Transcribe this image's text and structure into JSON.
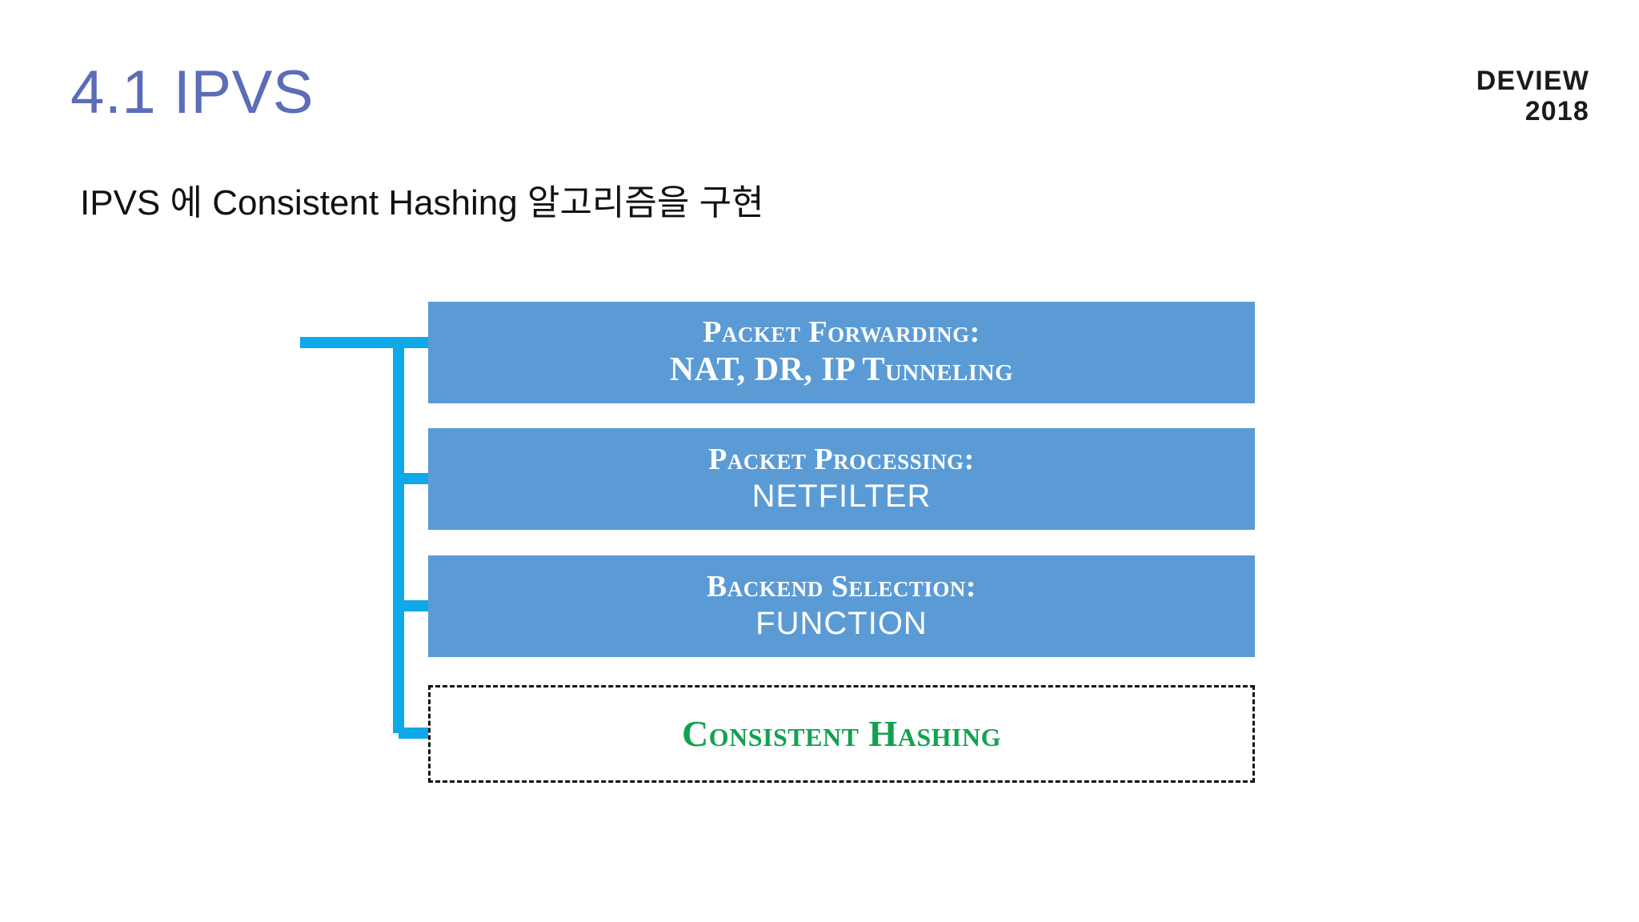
{
  "header": {
    "title": "4.1 IPVS",
    "logo": {
      "line1": "DEVIEW",
      "line2": "2018"
    }
  },
  "subtitle": "IPVS 에 Consistent Hashing 알고리즘을 구현",
  "colors": {
    "title": "#5b6cb8",
    "box_fill": "#5b9bd5",
    "connector": "#0fa8e8",
    "highlight_text": "#12a24f",
    "dashed_border": "#111111",
    "background": "#ffffff"
  },
  "diagram": {
    "type": "tree-bracket",
    "nodes": [
      {
        "style": "filled",
        "line1": "Packet Forwarding:",
        "line2": "NAT, DR, IP Tunneling",
        "line2_style": "serif"
      },
      {
        "style": "filled",
        "line1": "Packet Processing:",
        "line2": "NETFILTER",
        "line2_style": "sans"
      },
      {
        "style": "filled",
        "line1": "Backend Selection:",
        "line2": "FUNCTION",
        "line2_style": "sans"
      },
      {
        "style": "dashed",
        "line1": "Consistent Hashing",
        "line2": "",
        "line2_style": "none"
      }
    ]
  }
}
